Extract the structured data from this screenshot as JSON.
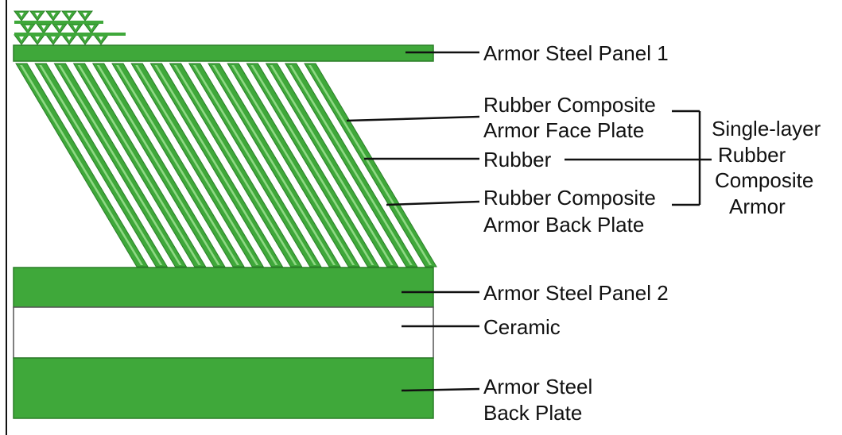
{
  "colors": {
    "green": "#3fa83a",
    "green_dark": "#2a7f27",
    "green_light": "#8fd884",
    "ceramic": "#ffffff",
    "line": "#111111"
  },
  "labels": {
    "steel_panel_1": "Armor Steel Panel 1",
    "face_plate_line1": "Rubber Composite",
    "face_plate_line2": "Armor Face Plate",
    "rubber": "Rubber",
    "back_plate_line1": "Rubber Composite",
    "back_plate_line2": "Armor Back Plate",
    "steel_panel_2": "Armor Steel Panel 2",
    "ceramic": "Ceramic",
    "steel_back_line1": "Armor Steel",
    "steel_back_line2": "Back Plate",
    "group_line1": "Single-layer",
    "group_line2": "Rubber",
    "group_line3": "Composite",
    "group_line4": "Armor"
  }
}
